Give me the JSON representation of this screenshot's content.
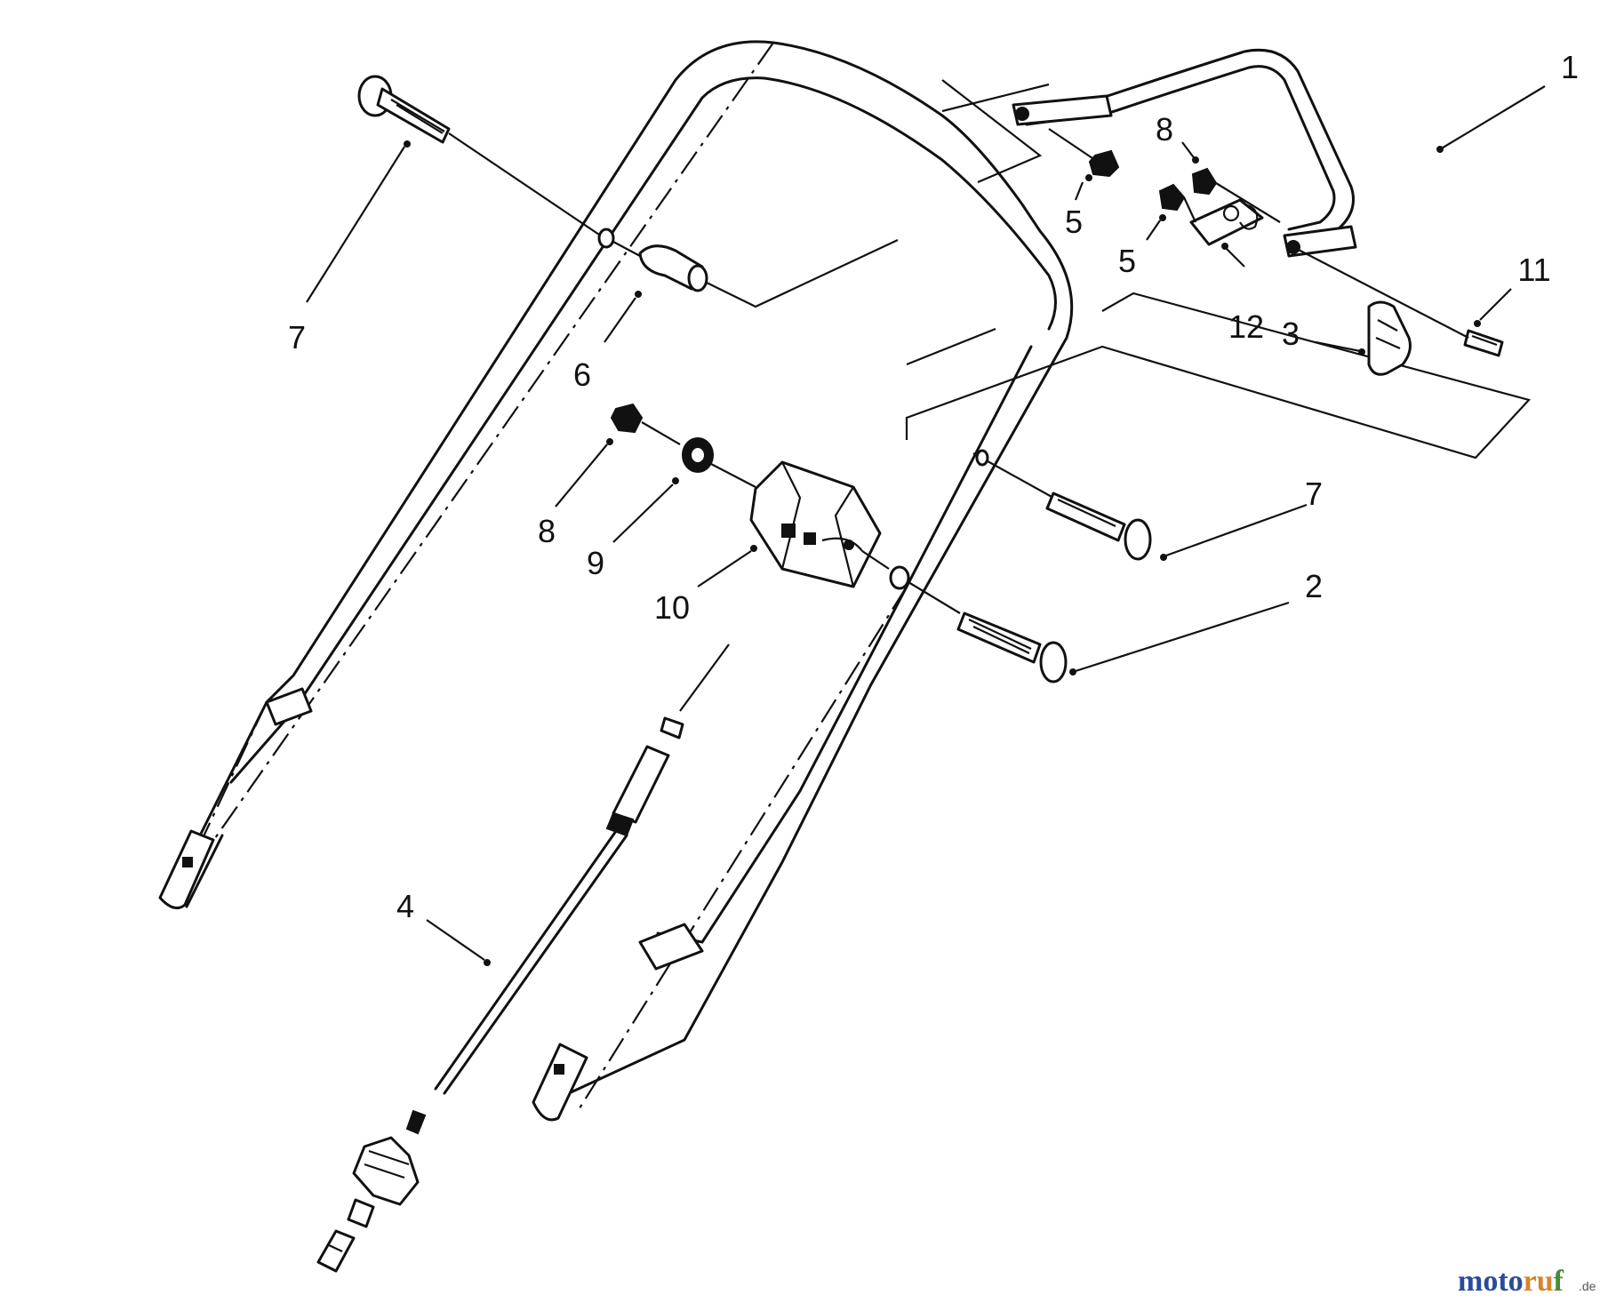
{
  "diagram": {
    "callouts": [
      {
        "id": "c1",
        "text": "1"
      },
      {
        "id": "c2",
        "text": "2"
      },
      {
        "id": "c3",
        "text": "3"
      },
      {
        "id": "c4",
        "text": "4"
      },
      {
        "id": "c5a",
        "text": "5"
      },
      {
        "id": "c5b",
        "text": "5"
      },
      {
        "id": "c6",
        "text": "6"
      },
      {
        "id": "c7a",
        "text": "7"
      },
      {
        "id": "c7b",
        "text": "7"
      },
      {
        "id": "c8a",
        "text": "8"
      },
      {
        "id": "c8b",
        "text": "8"
      },
      {
        "id": "c9",
        "text": "9"
      },
      {
        "id": "c10",
        "text": "10"
      },
      {
        "id": "c11",
        "text": "11"
      },
      {
        "id": "c12",
        "text": "12"
      }
    ]
  },
  "watermark": {
    "part1": "moto",
    "part2": "ru",
    "part3": "f",
    "suffix": ".de"
  }
}
